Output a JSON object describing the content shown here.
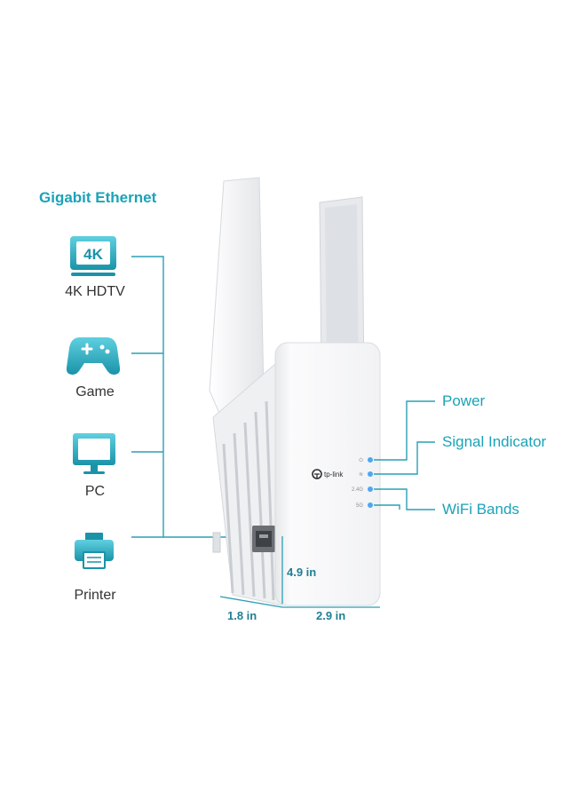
{
  "heading": "Gigabit Ethernet",
  "devices": [
    {
      "label": "4K HDTV",
      "icon": "tv-4k-icon",
      "badge": "4K"
    },
    {
      "label": "Game",
      "icon": "gamepad-icon"
    },
    {
      "label": "PC",
      "icon": "monitor-icon"
    },
    {
      "label": "Printer",
      "icon": "printer-icon"
    }
  ],
  "indicators": [
    {
      "label": "Power"
    },
    {
      "label": "Signal Indicator"
    },
    {
      "label": "WiFi Bands"
    }
  ],
  "led_labels": [
    "⏻",
    "≋",
    "2.4G",
    "5G"
  ],
  "brand": "tp-link",
  "dimensions": {
    "depth": "1.8 in",
    "width": "2.9 in",
    "height": "4.9 in"
  },
  "colors": {
    "accent": "#1aa3b8",
    "line": "#2a9fb5",
    "led": "#4aa8f0",
    "device_body": "#f4f5f6"
  }
}
